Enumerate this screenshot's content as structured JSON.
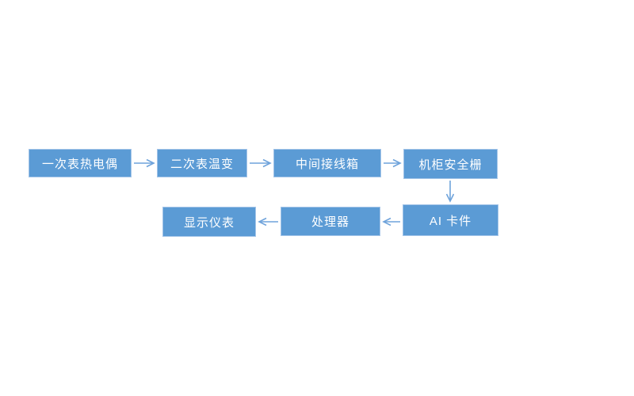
{
  "diagram": {
    "type": "flowchart",
    "description": "Temperature measurement signal flow diagram",
    "nodes": [
      {
        "id": "primary-thermocouple",
        "label": "一次表热电偶"
      },
      {
        "id": "secondary-temp-transmitter",
        "label": "二次表温变"
      },
      {
        "id": "intermediate-junction-box",
        "label": "中间接线箱"
      },
      {
        "id": "cabinet-safety-barrier",
        "label": "机柜安全栅"
      },
      {
        "id": "ai-card",
        "label": "AI 卡件"
      },
      {
        "id": "processor",
        "label": "处理器"
      },
      {
        "id": "display-instrument",
        "label": "显示仪表"
      }
    ],
    "edges": [
      {
        "from": "primary-thermocouple",
        "to": "secondary-temp-transmitter",
        "direction": "right"
      },
      {
        "from": "secondary-temp-transmitter",
        "to": "intermediate-junction-box",
        "direction": "right"
      },
      {
        "from": "intermediate-junction-box",
        "to": "cabinet-safety-barrier",
        "direction": "right"
      },
      {
        "from": "cabinet-safety-barrier",
        "to": "ai-card",
        "direction": "down"
      },
      {
        "from": "ai-card",
        "to": "processor",
        "direction": "left"
      },
      {
        "from": "processor",
        "to": "display-instrument",
        "direction": "left"
      }
    ],
    "colors": {
      "node_fill": "#5B9BD5",
      "node_border": "#A3C4E8",
      "node_text": "#FFFFFF",
      "arrow": "#6FA3DB",
      "background": "#FFFFFF"
    }
  }
}
